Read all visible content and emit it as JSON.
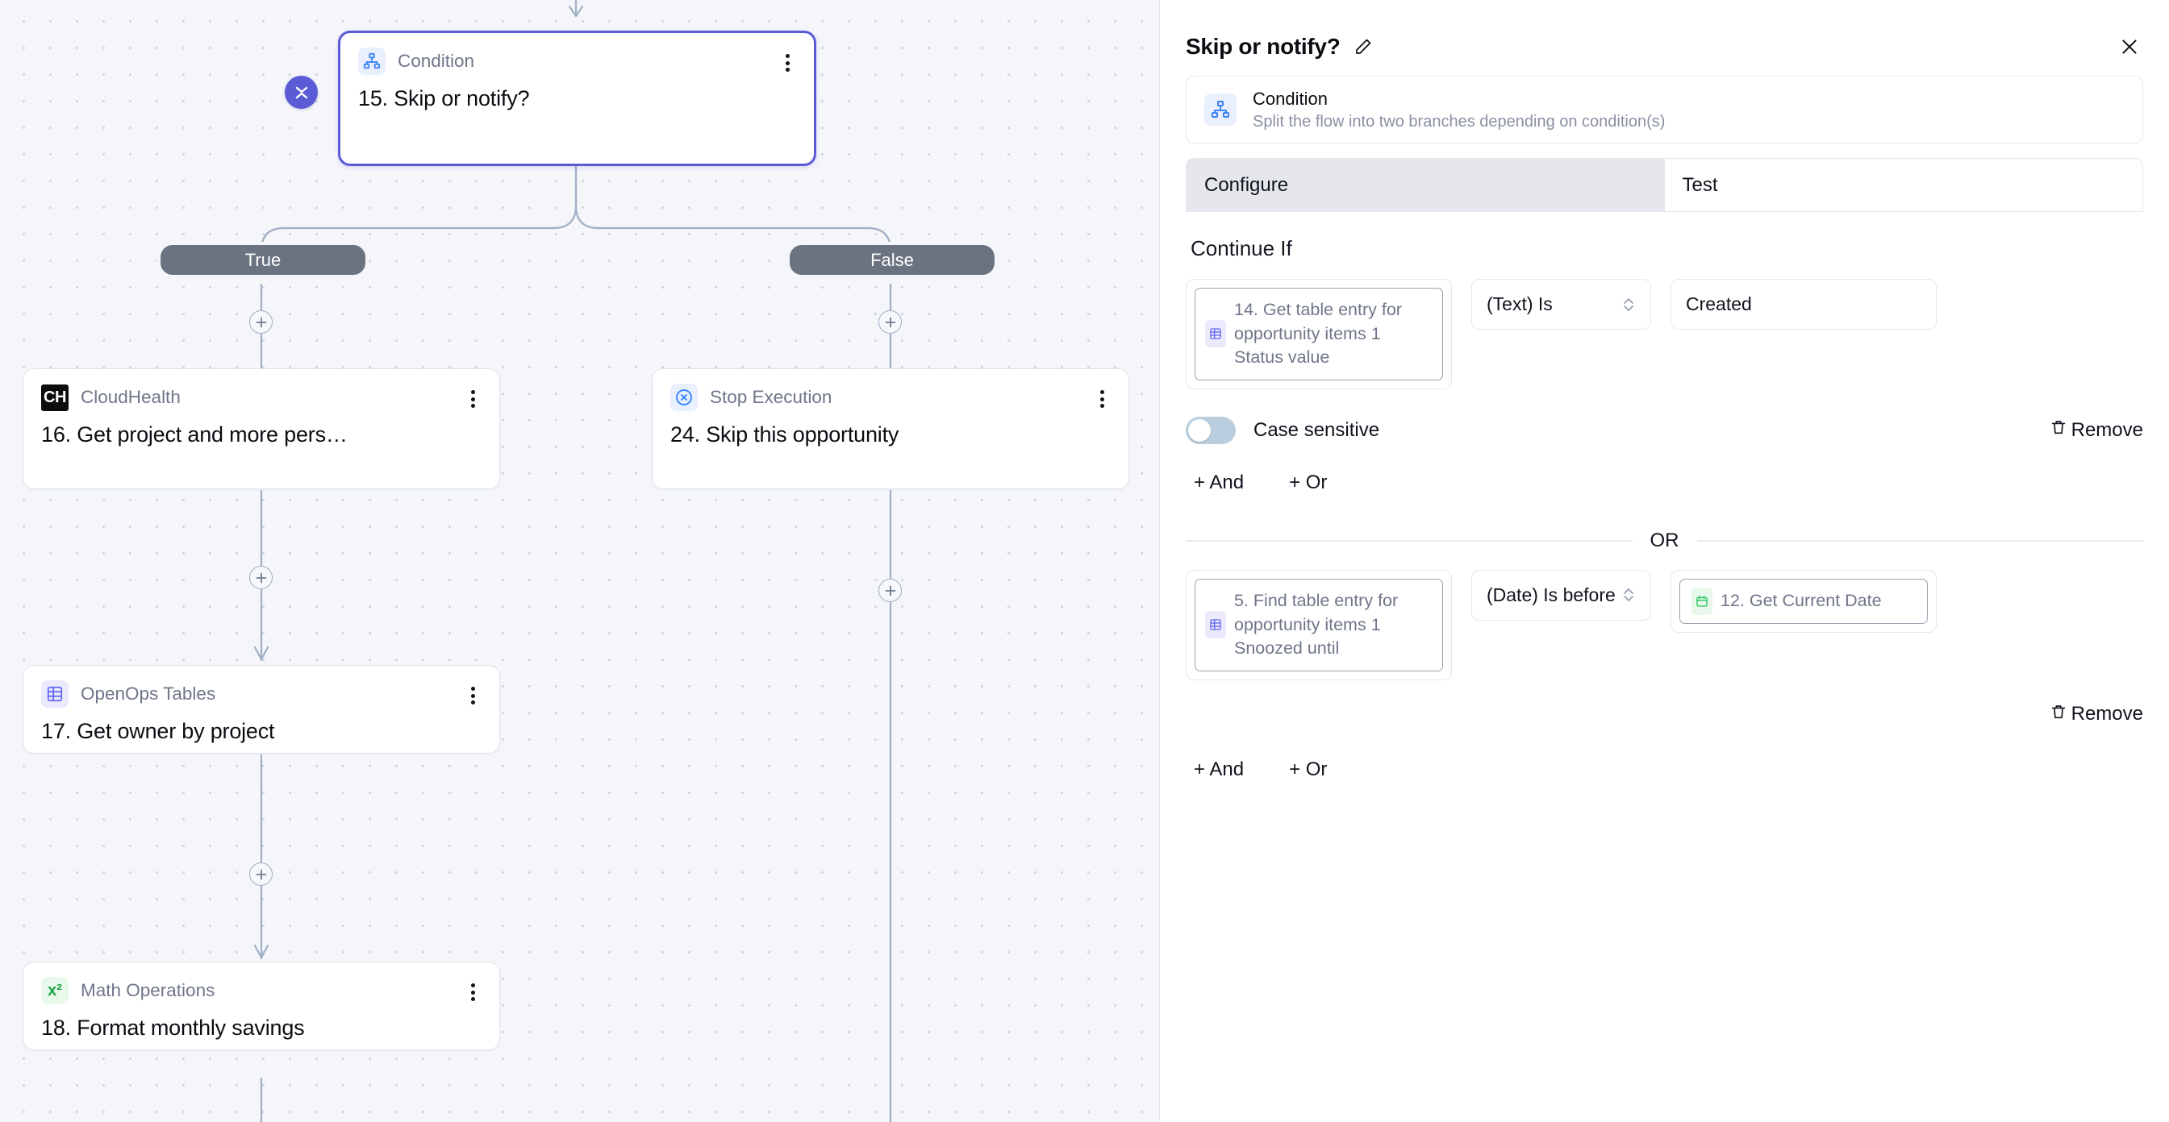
{
  "canvas": {
    "collapse_button": {
      "icon": "collapse-chevrons-icon"
    },
    "nodes": [
      {
        "id": "n15",
        "vendor": "Condition",
        "title": "15. Skip or notify?",
        "icon": "condition-branch-icon",
        "selected": true,
        "menu_icon": "kebab-menu-icon"
      },
      {
        "id": "n16",
        "vendor": "CloudHealth",
        "title": "16. Get project and more pers…",
        "icon": "cloudhealth-logo-icon",
        "icon_text": "CH",
        "selected": false,
        "menu_icon": "kebab-menu-icon"
      },
      {
        "id": "n24",
        "vendor": "Stop Execution",
        "title": "24. Skip this opportunity",
        "icon": "stop-execution-icon",
        "selected": false,
        "menu_icon": "kebab-menu-icon"
      },
      {
        "id": "n17",
        "vendor": "OpenOps Tables",
        "title": "17. Get owner by project",
        "icon": "table-grid-icon",
        "selected": false,
        "menu_icon": "kebab-menu-icon"
      },
      {
        "id": "n18",
        "vendor": "Math Operations",
        "title": "18. Format monthly savings",
        "icon": "math-x-squared-icon",
        "icon_text": "x²",
        "selected": false,
        "menu_icon": "kebab-menu-icon"
      }
    ],
    "branches": [
      {
        "label": "True"
      },
      {
        "label": "False"
      }
    ],
    "add_buttons": [
      {
        "name": "add-step-true-branch",
        "icon": "plus-icon"
      },
      {
        "name": "add-step-false-branch",
        "icon": "plus-icon"
      },
      {
        "name": "add-step-after-16",
        "icon": "plus-icon"
      },
      {
        "name": "add-step-after-24",
        "icon": "plus-icon"
      },
      {
        "name": "add-step-after-17",
        "icon": "plus-icon"
      }
    ]
  },
  "panel": {
    "title": "Skip or notify?",
    "edit_icon": "pencil-icon",
    "close_icon": "close-x-icon",
    "piece": {
      "icon": "condition-branch-icon",
      "name": "Condition",
      "description": "Split the flow into two branches depending on condition(s)"
    },
    "tabs": [
      {
        "label": "Configure",
        "active": true
      },
      {
        "label": "Test",
        "active": false
      }
    ],
    "section_label": "Continue If",
    "or_divider_label": "OR",
    "groups": [
      {
        "first_operand": {
          "icon": "table-grid-icon",
          "text": "14. Get table entry for opportunity items 1 Status value"
        },
        "operator": {
          "value": "(Text) Is",
          "caret_icon": "chevron-updown-icon"
        },
        "second_operand_type": "text-input",
        "second_operand_value": "Created",
        "case_sensitive": {
          "label": "Case sensitive",
          "on": false
        },
        "remove": {
          "label": "Remove",
          "icon": "trash-icon"
        },
        "add_and": "+ And",
        "add_or": "+ Or"
      },
      {
        "first_operand": {
          "icon": "table-grid-icon",
          "text": "5. Find table entry for opportunity items 1 Snoozed until"
        },
        "operator": {
          "value": "(Date) Is before",
          "caret_icon": "chevron-updown-icon"
        },
        "second_operand_type": "chip",
        "second_operand_chip": {
          "icon": "calendar-date-icon",
          "text": "12. Get Current Date"
        },
        "remove": {
          "label": "Remove",
          "icon": "trash-icon"
        },
        "add_and": "+ And",
        "add_or": "+ Or"
      }
    ]
  },
  "colors": {
    "accent_purple": "#5b5bd6",
    "branch_pill": "#6b7280",
    "canvas_bg": "#f5f6fa",
    "icon_blue": "#3b82f6",
    "icon_indigo": "#6366f1",
    "icon_green": "#22c55e",
    "tab_active_bg": "#e5e7ec",
    "toggle_off": "#b9cfe0"
  }
}
